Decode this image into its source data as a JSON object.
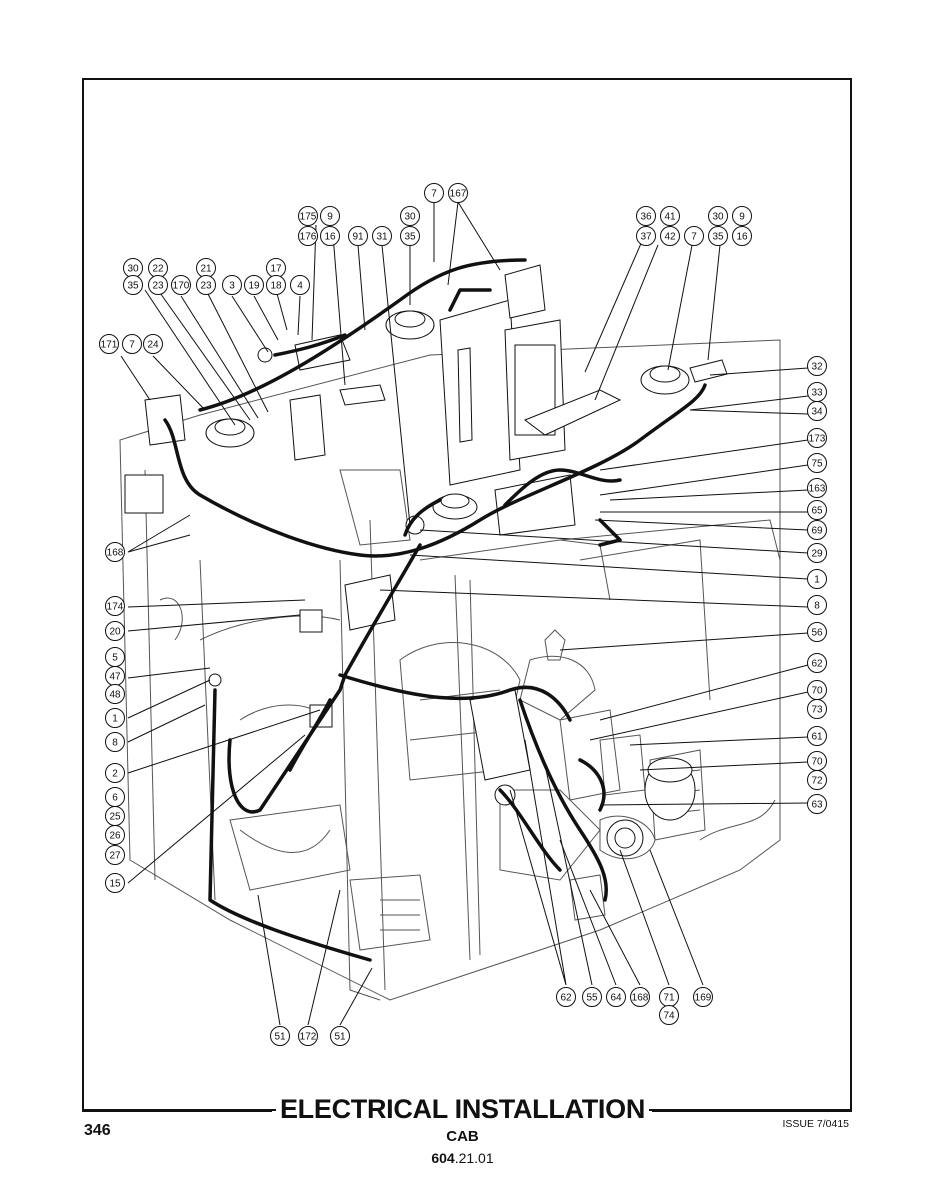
{
  "page": {
    "number": "346",
    "issue": "ISSUE 7/0415",
    "title": "ELECTRICAL INSTALLATION",
    "subtitle": "CAB",
    "doc_number_bold": "604",
    "doc_number_rest": ".21.01"
  },
  "callouts": [
    "7",
    "167",
    "175",
    "9",
    "176",
    "16",
    "91",
    "31",
    "30",
    "35",
    "36",
    "41",
    "37",
    "42",
    "30",
    "9",
    "35",
    "16",
    "30",
    "22",
    "35",
    "23",
    "21",
    "170",
    "23",
    "3",
    "19",
    "17",
    "18",
    "4",
    "171",
    "7",
    "24",
    "7",
    "32",
    "33",
    "34",
    "173",
    "75",
    "163",
    "65",
    "69",
    "29",
    "1",
    "8",
    "56",
    "62",
    "70",
    "73",
    "61",
    "70",
    "72",
    "63",
    "168",
    "174",
    "20",
    "5",
    "47",
    "48",
    "1",
    "8",
    "2",
    "6",
    "25",
    "26",
    "27",
    "15",
    "62",
    "55",
    "64",
    "168",
    "71",
    "74",
    "169",
    "51",
    "172",
    "51"
  ]
}
